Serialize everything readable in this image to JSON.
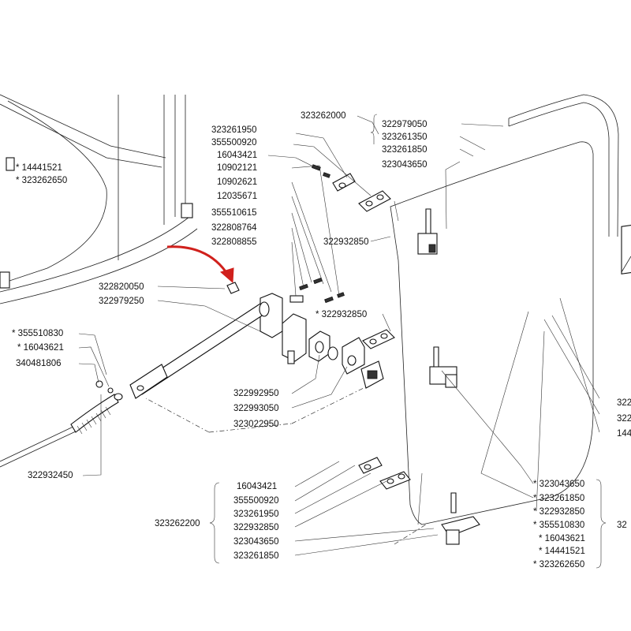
{
  "labels": {
    "l_14441521_top": "* 14441521",
    "l_323262650_top": "* 323262650",
    "l_323262000": "323262000",
    "l_322979050": "322979050",
    "l_323261350": "323261350",
    "l_323261850_top": "323261850",
    "l_323043650_top": "323043650",
    "l_323261950_top": "323261950",
    "l_355500920_top": "355500920",
    "l_16043421_top": "16043421",
    "l_10902121": "10902121",
    "l_10902621": "10902621",
    "l_12035671": "12035671",
    "l_355510615": "355510615",
    "l_322808764": "322808764",
    "l_322808855": "322808855",
    "l_322932850_a": "322932850",
    "l_322820050": "322820050",
    "l_322979250": "322979250",
    "l_322932850_b": "* 322932850",
    "l_355510830_left": "* 355510830",
    "l_16043621_left": "* 16043621",
    "l_340481806": "340481806",
    "l_322992950": "322992950",
    "l_322993050": "322993050",
    "l_323022950": "323022950",
    "l_322932450": "322932450",
    "l_16043421_bot": "16043421",
    "l_355500920_bot": "355500920",
    "l_323261950_bot": "323261950",
    "l_322932850_bot": "322932850",
    "l_323043650_bot": "323043650",
    "l_323261850_bot": "323261850",
    "l_323262200": "323262200",
    "r_323043650": "* 323043650",
    "r_323261850": "* 323261850",
    "r_322932850": "* 322932850",
    "r_355510830": "* 355510830",
    "r_16043621": "* 16043621",
    "r_14441521": "* 14441521",
    "r_323262650": "* 323262650",
    "r_cut_32": "32",
    "r_cut_322_a": "322",
    "r_cut_322_b": "322",
    "r_cut_144": "144"
  },
  "colors": {
    "line": "#222222",
    "callout_arrow": "#d0201c",
    "background": "#ffffff"
  }
}
